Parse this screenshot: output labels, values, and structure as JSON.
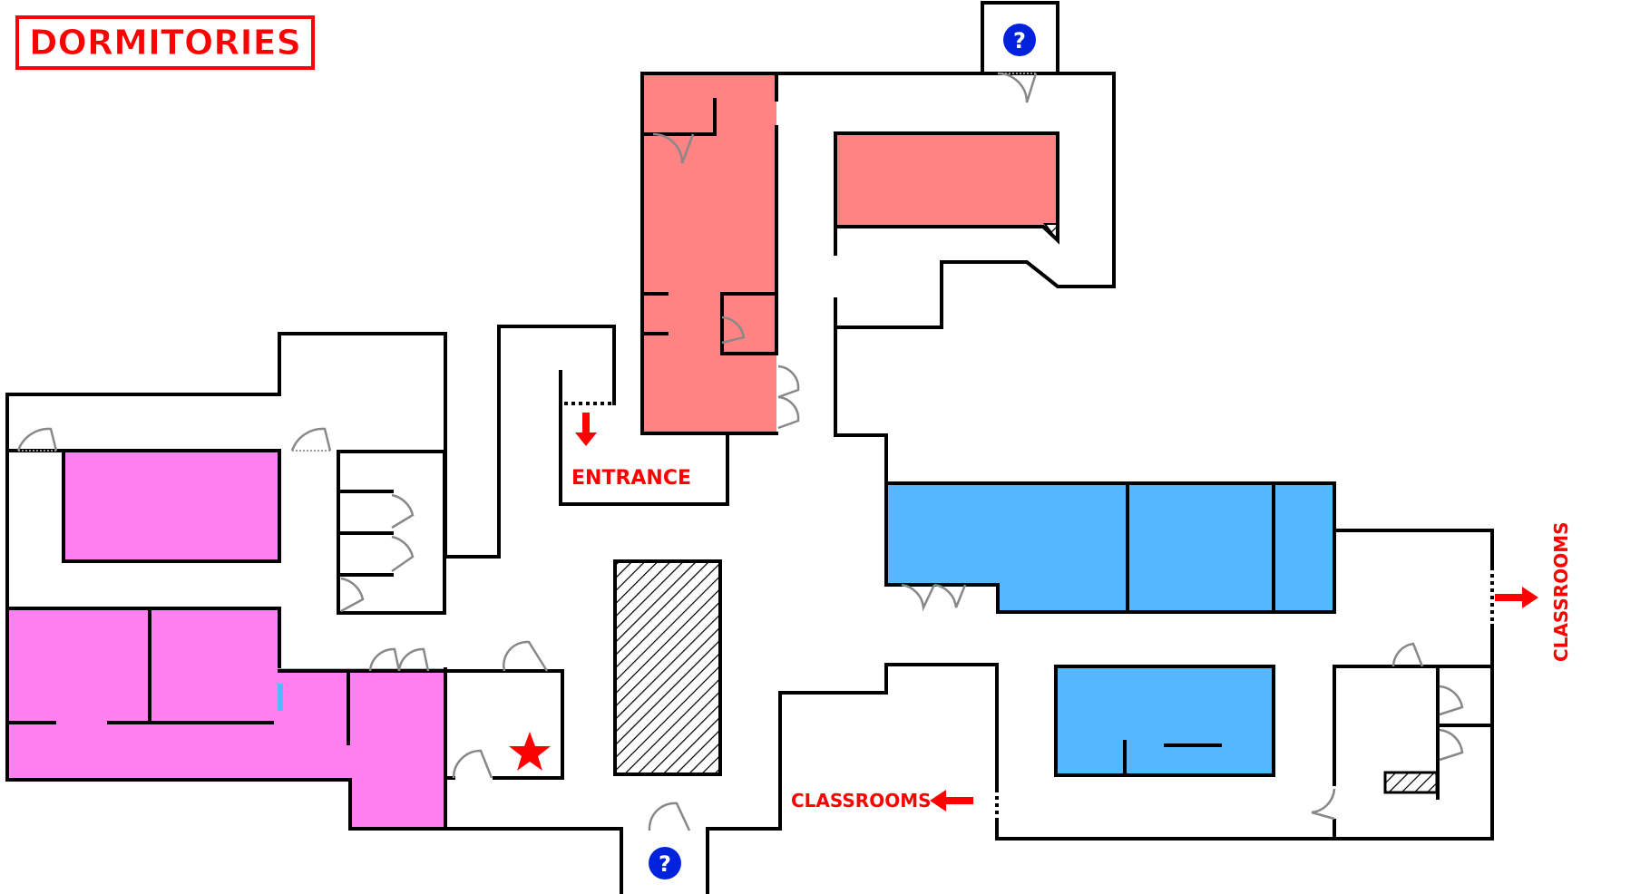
{
  "map": {
    "title": "DORMITORIES",
    "labels": {
      "entrance": "ENTRANCE",
      "classrooms_left": "CLASSROOMS",
      "classrooms_right": "CLASSROOMS"
    },
    "help_marker_glyph": "?",
    "icons": {
      "help": "question-mark-icon",
      "star": "star-icon",
      "arrow": "arrow-icon"
    },
    "colors": {
      "red_zone": "#ff8383",
      "pink_zone": "#ff80ee",
      "blue_zone": "#55b8ff",
      "label_red": "#ff0000",
      "help_blue": "#0022dd"
    }
  }
}
